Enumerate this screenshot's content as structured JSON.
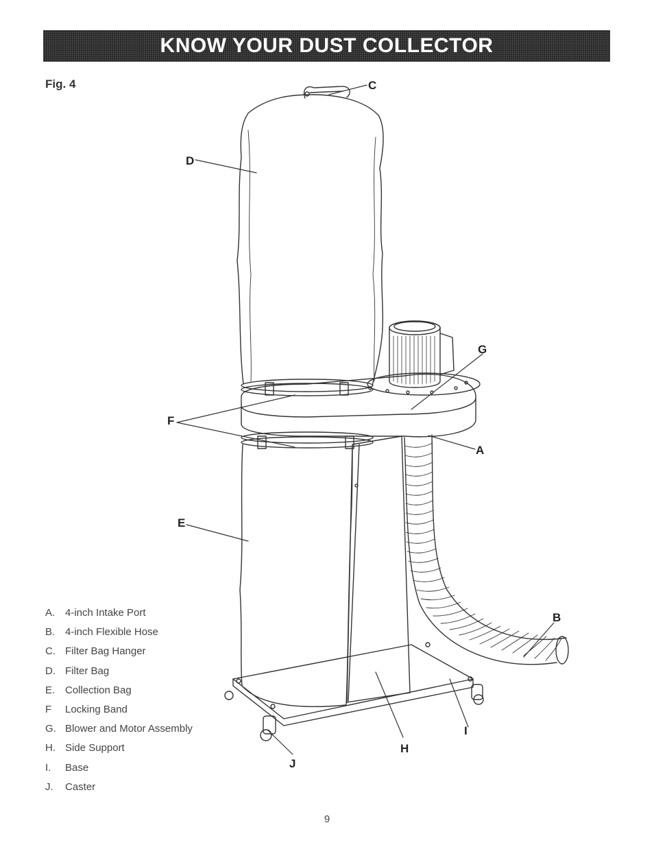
{
  "header": {
    "title": "KNOW YOUR DUST COLLECTOR"
  },
  "figure": {
    "label": "Fig. 4",
    "callouts": {
      "A": "A",
      "B": "B",
      "C": "C",
      "D": "D",
      "E": "E",
      "F": "F",
      "G": "G",
      "H": "H",
      "I": "I",
      "J": "J"
    }
  },
  "legend": [
    {
      "key": "A.",
      "text": "4-inch Intake Port"
    },
    {
      "key": "B.",
      "text": "4-inch Flexible Hose"
    },
    {
      "key": "C.",
      "text": "Filter Bag Hanger"
    },
    {
      "key": "D.",
      "text": "Filter Bag"
    },
    {
      "key": "E.",
      "text": "Collection Bag"
    },
    {
      "key": "F",
      "text": "Locking Band"
    },
    {
      "key": "G.",
      "text": "Blower and Motor Assembly"
    },
    {
      "key": "H.",
      "text": "Side Support"
    },
    {
      "key": "I.",
      "text": "Base"
    },
    {
      "key": "J.",
      "text": "Caster"
    }
  ],
  "footer": {
    "page_number": "9"
  }
}
